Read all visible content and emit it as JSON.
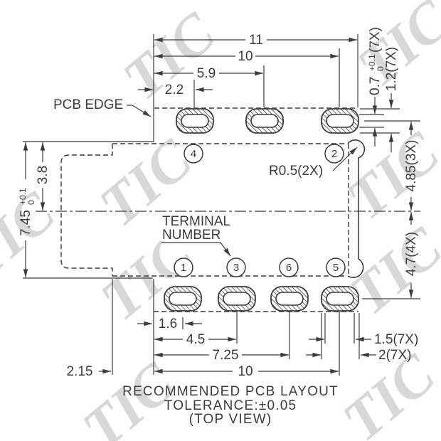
{
  "drawing": {
    "title_line1": "RECOMMENDED PCB LAYOUT",
    "title_line2": "TOLERANCE:±0.05",
    "title_line3": "(TOP VIEW)"
  },
  "labels": {
    "pcb_edge": "PCB EDGE",
    "terminal_word1": "TERMINAL",
    "terminal_word2": "NUMBER",
    "radius_note": "R0.5(2X)"
  },
  "dimensions": {
    "top": {
      "d11": "11",
      "d10": "10",
      "d5_9": "5.9",
      "d2_2": "2.2"
    },
    "left": {
      "d7_45": "7.45",
      "d7_45_tol_plus": "+0.1",
      "d7_45_tol_minus": "0",
      "d3_8": "3.8",
      "d2_15": "2.15"
    },
    "bottom": {
      "d1_6": "1.6",
      "d4_5": "4.5",
      "d7_25": "7.25",
      "d10": "10",
      "d1_5": "1.5(7X)",
      "d2": "2(7X)"
    },
    "right": {
      "d0_7": "0.7",
      "d0_7_tol_plus": "+0.1",
      "d0_7_tol_minus": "0",
      "d0_7_count": "(7X)",
      "d1_2": "1.2(7X)",
      "d4_85": "4.85(3X)",
      "d4_7": "4.7(4X)"
    }
  },
  "terminals": {
    "t1": "1",
    "t2": "2",
    "t3": "3",
    "t4": "4",
    "t5": "5",
    "t6": "6"
  },
  "watermark": {
    "text": "TIC",
    "color": "#d8d8d8"
  },
  "colors": {
    "line": "#3c3c3c",
    "background": "#ffffff",
    "watermark": "#d8d8d8"
  }
}
